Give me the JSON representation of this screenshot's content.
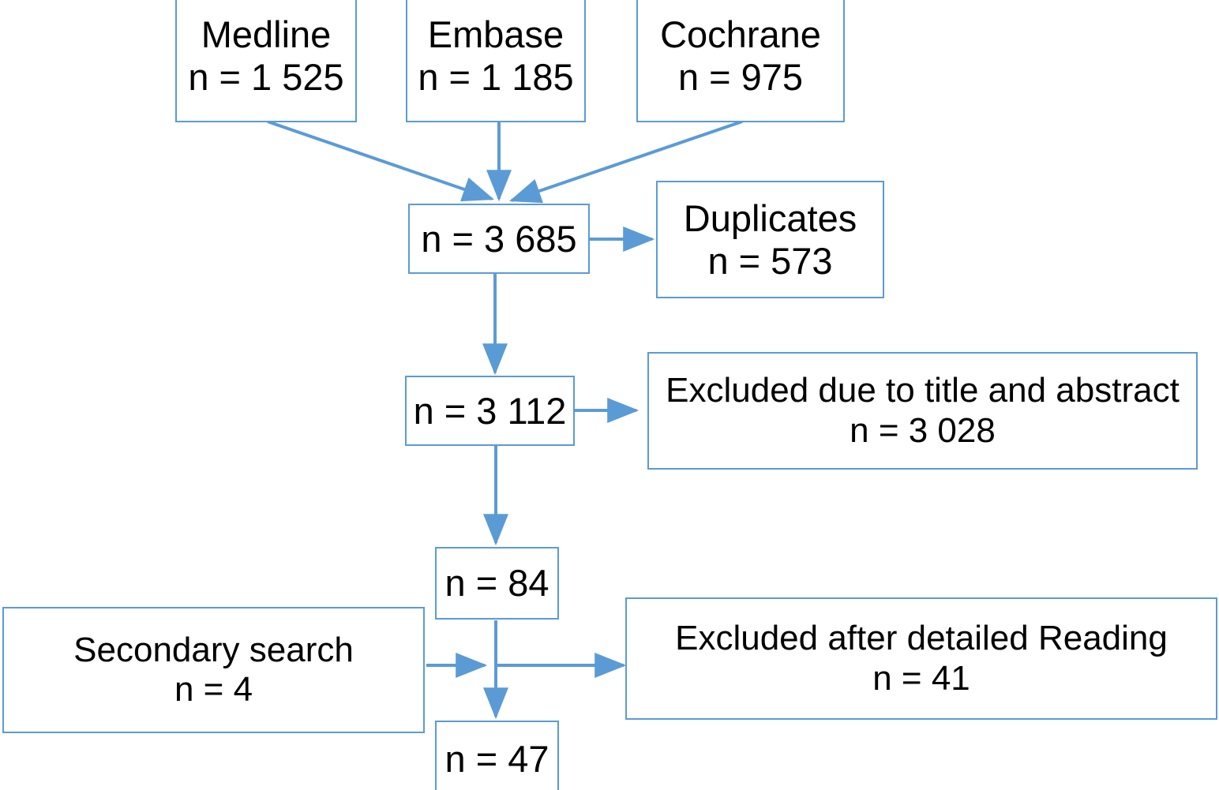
{
  "diagram": {
    "type": "prisma-flow-diagram",
    "accent_color": "#5B9BD5",
    "text_color": "#000000",
    "background_color": "#FFFFFF",
    "nodes": [
      {
        "id": "medline",
        "label": "Medline",
        "count": "n = 1 525"
      },
      {
        "id": "embase",
        "label": "Embase",
        "count": "n = 1 185"
      },
      {
        "id": "cochrane",
        "label": "Cochrane",
        "count": "n = 975"
      },
      {
        "id": "records",
        "label": "",
        "count": "n = 3 685"
      },
      {
        "id": "duplicates",
        "label": "Duplicates",
        "count": "n = 573"
      },
      {
        "id": "screened",
        "label": "",
        "count": "n = 3 112"
      },
      {
        "id": "excl_ta",
        "label": "Excluded due to title and abstract",
        "count": "n = 3 028"
      },
      {
        "id": "fulltext",
        "label": "",
        "count": "n = 84"
      },
      {
        "id": "secondary",
        "label": "Secondary search",
        "count": "n = 4"
      },
      {
        "id": "excl_read",
        "label": "Excluded after detailed Reading",
        "count": "n = 41"
      },
      {
        "id": "included",
        "label": "",
        "count": "n = 47"
      }
    ],
    "edges": [
      {
        "from": "medline",
        "to": "records"
      },
      {
        "from": "embase",
        "to": "records"
      },
      {
        "from": "cochrane",
        "to": "records"
      },
      {
        "from": "records",
        "to": "duplicates"
      },
      {
        "from": "records",
        "to": "screened"
      },
      {
        "from": "screened",
        "to": "excl_ta"
      },
      {
        "from": "screened",
        "to": "fulltext"
      },
      {
        "from": "secondary",
        "to": "included"
      },
      {
        "from": "fulltext",
        "to": "excl_read"
      },
      {
        "from": "fulltext",
        "to": "included"
      }
    ]
  }
}
